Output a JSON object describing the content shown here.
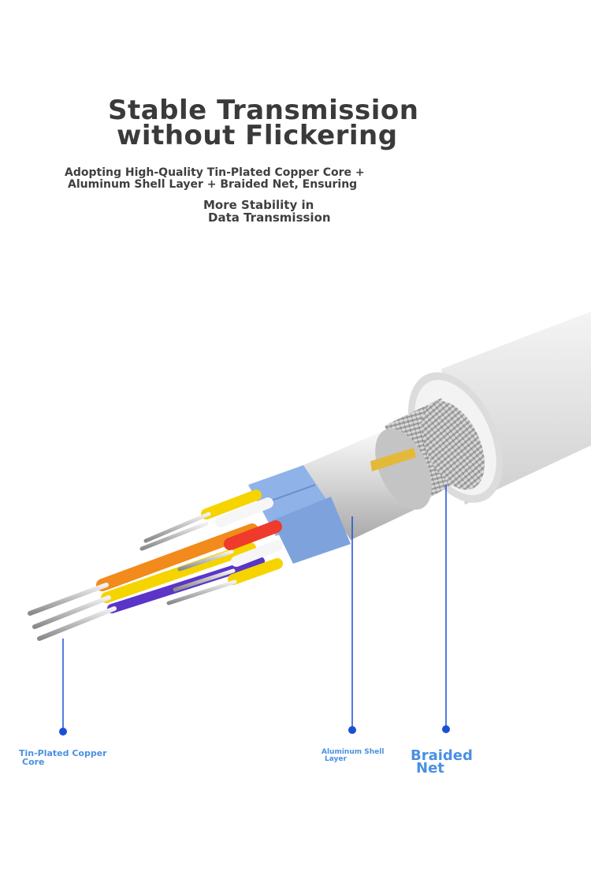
{
  "title": {
    "line1": "Stable Transmission",
    "line2": "without Flickering"
  },
  "subtitle": {
    "line1": "Adopting High-Quality Tin-Plated Copper Core +",
    "line2": "Aluminum Shell Layer + Braided Net, Ensuring",
    "line3": "More Stability in",
    "line4": "Data Transmission"
  },
  "labels": {
    "core": {
      "line1": "Tin-Plated Copper",
      "line2": "Core"
    },
    "aluminum": {
      "line1": "Aluminum Shell",
      "line2": "Layer"
    },
    "braided": {
      "line1": "Braided",
      "line2": "Net"
    }
  },
  "colors": {
    "title": "#3a3a3a",
    "label_blue": "#4a90e2",
    "callout_blue": "#1a4fd6",
    "jacket": "#e6e6e6",
    "wire_orange": "#f28a1c",
    "wire_yellow": "#f5d400",
    "wire_purple": "#5a35c8",
    "wire_red": "#ee3b2b",
    "tape_blue": "#8fb3e8"
  }
}
